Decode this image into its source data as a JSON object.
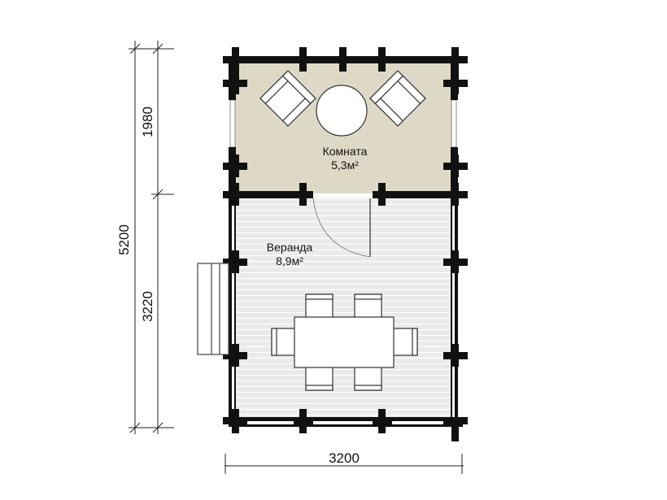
{
  "dimensions": {
    "total_height": "5200",
    "room_depth": "1980",
    "veranda_depth": "3220",
    "width": "3200"
  },
  "rooms": {
    "room": {
      "name": "Комната",
      "area": "5,3м²"
    },
    "veranda": {
      "name": "Веранда",
      "area": "8,9м²"
    }
  },
  "colors": {
    "room_floor": "#ded9c6",
    "veranda_floor": "#e9e9e9",
    "wall": "#111111"
  }
}
